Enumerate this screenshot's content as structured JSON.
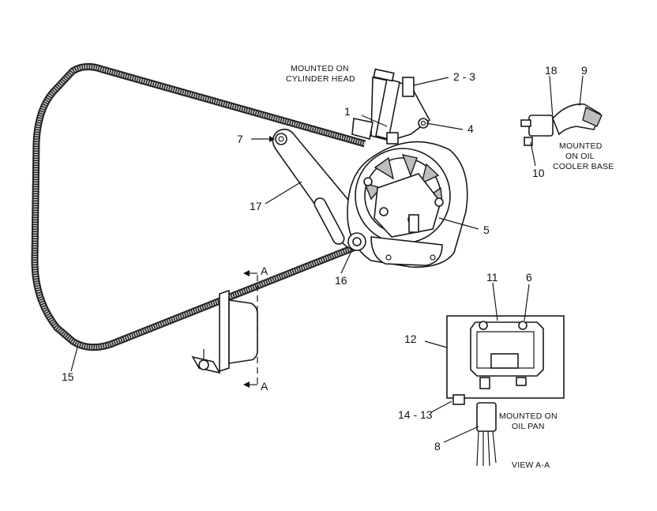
{
  "callouts": {
    "c1": "1",
    "c2_3": "2 - 3",
    "c4": "4",
    "c5": "5",
    "c6": "6",
    "c7": "7",
    "c8": "8",
    "c9": "9",
    "c10": "10",
    "c11": "11",
    "c12": "12",
    "c14_13": "14 - 13",
    "c15": "15",
    "c16": "16",
    "c17": "17",
    "c18": "18"
  },
  "captions": {
    "cylinder_head_1": "MOUNTED ON",
    "cylinder_head_2": "CYLINDER HEAD",
    "oil_cooler_1": "MOUNTED",
    "oil_cooler_2": "ON OIL",
    "oil_cooler_3": "COOLER BASE",
    "oil_pan_1": "MOUNTED ON",
    "oil_pan_2": "OIL PAN",
    "view": "VIEW A-A"
  },
  "section_markers": {
    "top": "A",
    "bottom": "A"
  }
}
